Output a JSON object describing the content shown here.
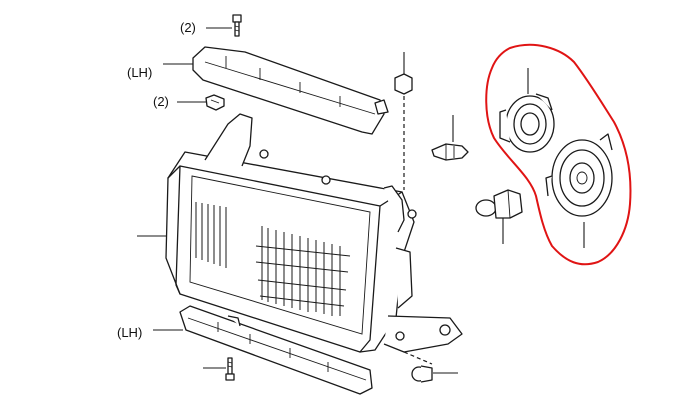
{
  "labels": {
    "bolt_top_qty": "(2)",
    "upper_retainer_side": "(LH)",
    "clip_qty": "(2)",
    "lower_retainer_side": "(LH)"
  },
  "colors": {
    "line": "#1a1a1a",
    "highlight": "#e01414",
    "background": "#ffffff"
  }
}
